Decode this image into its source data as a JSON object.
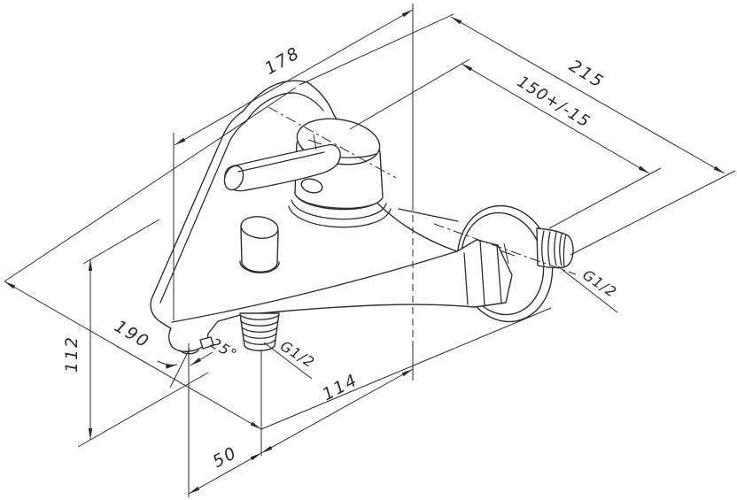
{
  "labels": {
    "body_length": "178",
    "total_depth": "215",
    "wall_connection": "150+/-15",
    "height": "112",
    "spout_reach": "190",
    "spout_angle": "25°",
    "shower_thread": "G1/2",
    "shower_to_wall": "114",
    "spout_to_shower": "50",
    "wall_thread": "G1/2"
  },
  "colors": {
    "line": "#2b2b2b",
    "part_line": "#2e2e2e",
    "background": "#ffffff"
  }
}
